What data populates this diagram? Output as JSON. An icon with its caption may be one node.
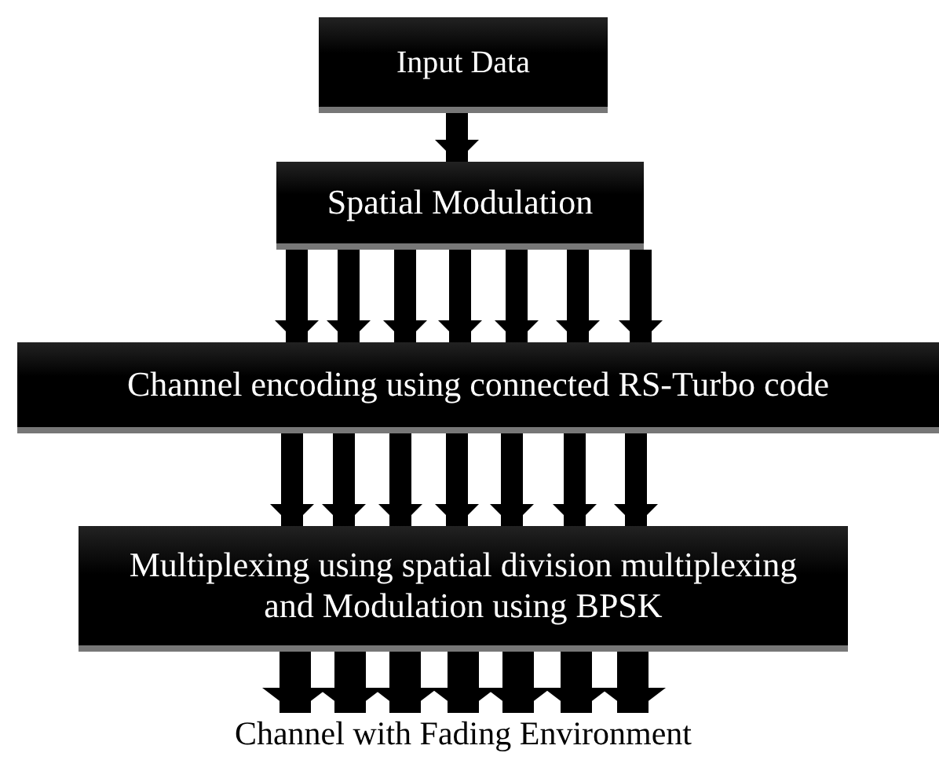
{
  "diagram": {
    "nodes": [
      {
        "text": [
          "Input Data"
        ]
      },
      {
        "text": [
          "Spatial Modulation"
        ]
      },
      {
        "text": [
          "Channel encoding using connected RS-Turbo code"
        ]
      },
      {
        "text": [
          "Multiplexing using spatial division multiplexing and Modulation using BPSK"
        ]
      },
      {
        "text": [
          "Channel with Fading Environment"
        ]
      }
    ],
    "edges": [
      {
        "from": 0,
        "to": 1,
        "arrow": "to"
      },
      {
        "from": 1,
        "to": 2,
        "arrow": "to"
      },
      {
        "from": 1,
        "to": 2,
        "arrow": "to"
      },
      {
        "from": 1,
        "to": 2,
        "arrow": "to"
      },
      {
        "from": 1,
        "to": 2,
        "arrow": "to"
      },
      {
        "from": 1,
        "to": 2,
        "arrow": "to"
      },
      {
        "from": 1,
        "to": 2,
        "arrow": "to"
      },
      {
        "from": 1,
        "to": 2,
        "arrow": "to"
      },
      {
        "from": 2,
        "to": 3,
        "arrow": "to"
      },
      {
        "from": 2,
        "to": 3,
        "arrow": "to"
      },
      {
        "from": 2,
        "to": 3,
        "arrow": "to"
      },
      {
        "from": 2,
        "to": 3,
        "arrow": "to"
      },
      {
        "from": 2,
        "to": 3,
        "arrow": "to"
      },
      {
        "from": 2,
        "to": 3,
        "arrow": "to"
      },
      {
        "from": 2,
        "to": 3,
        "arrow": "to"
      },
      {
        "from": 3,
        "to": 4,
        "arrow": "to"
      },
      {
        "from": 3,
        "to": 4,
        "arrow": "to"
      },
      {
        "from": 3,
        "to": 4,
        "arrow": "to"
      },
      {
        "from": 3,
        "to": 4,
        "arrow": "to"
      },
      {
        "from": 3,
        "to": 4,
        "arrow": "to"
      },
      {
        "from": 3,
        "to": 4,
        "arrow": "to"
      },
      {
        "from": 3,
        "to": 4,
        "arrow": "to"
      }
    ]
  }
}
